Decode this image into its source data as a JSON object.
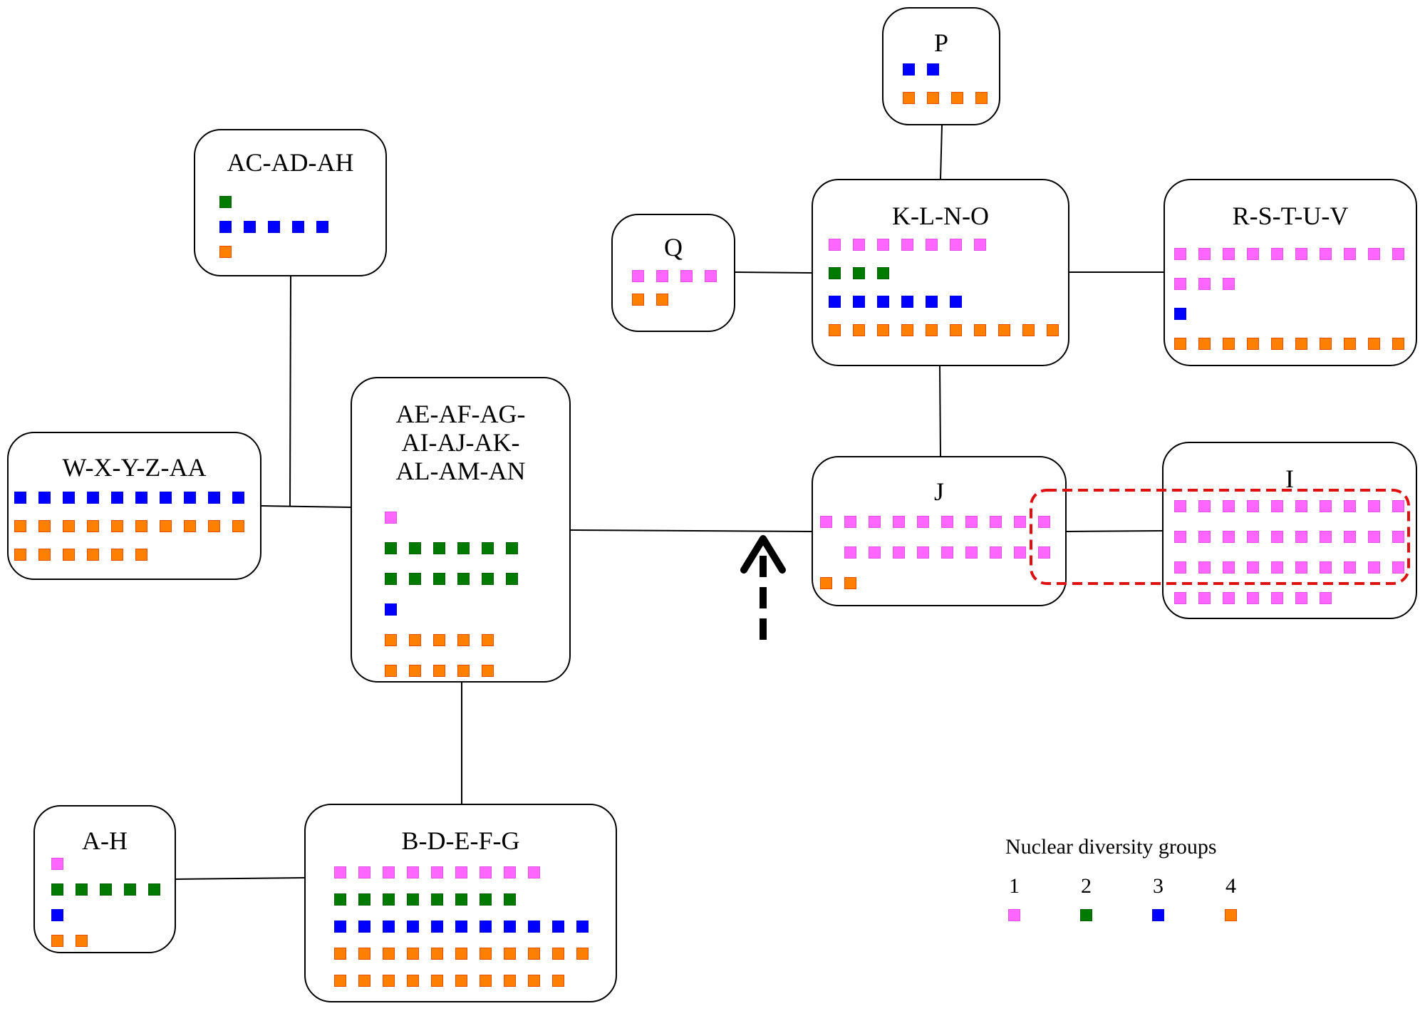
{
  "colors": {
    "1": {
      "fill": "#ff66ff",
      "stroke": "#e055e0"
    },
    "2": {
      "fill": "#007a00",
      "stroke": "#006000"
    },
    "3": {
      "fill": "#0000ff",
      "stroke": "#0000dd"
    },
    "4": {
      "fill": "#ff8000",
      "stroke": "#e05000"
    }
  },
  "nodes": [
    {
      "id": "P",
      "label": "P",
      "rows": [
        {
          "group": 3,
          "count": 2
        },
        {
          "group": 4,
          "count": 4
        }
      ]
    },
    {
      "id": "AC-AD-AH",
      "label": "AC-AD-AH",
      "rows": [
        {
          "group": 2,
          "count": 1
        },
        {
          "group": 3,
          "count": 5
        },
        {
          "group": 4,
          "count": 1
        }
      ]
    },
    {
      "id": "Q",
      "label": "Q",
      "rows": [
        {
          "group": 1,
          "count": 4
        },
        {
          "group": 4,
          "count": 2
        }
      ]
    },
    {
      "id": "K-L-N-O",
      "label": "K-L-N-O",
      "rows": [
        {
          "group": 1,
          "count": 7
        },
        {
          "group": 2,
          "count": 3
        },
        {
          "group": 3,
          "count": 6
        },
        {
          "group": 4,
          "count": 10
        }
      ]
    },
    {
      "id": "R-S-T-U-V",
      "label": "R-S-T-U-V",
      "rows": [
        {
          "group": 1,
          "count": 10
        },
        {
          "group": 1,
          "count": 3
        },
        {
          "group": 3,
          "count": 1
        },
        {
          "group": 4,
          "count": 10
        }
      ]
    },
    {
      "id": "W-X-Y-Z-AA",
      "label": "W-X-Y-Z-AA",
      "rows": [
        {
          "group": 3,
          "count": 10
        },
        {
          "group": 4,
          "count": 10
        },
        {
          "group": 4,
          "count": 6
        }
      ]
    },
    {
      "id": "AE-AN",
      "label": "AE-AF-AG-\nAI-AJ-AK-\nAL-AM-AN",
      "rows": [
        {
          "group": 1,
          "count": 1
        },
        {
          "group": 2,
          "count": 6
        },
        {
          "group": 2,
          "count": 6
        },
        {
          "group": 3,
          "count": 1
        },
        {
          "group": 4,
          "count": 5
        },
        {
          "group": 4,
          "count": 5
        }
      ]
    },
    {
      "id": "J",
      "label": "J",
      "rows": [
        {
          "group": 1,
          "count": 10
        },
        {
          "group": 1,
          "count": 9,
          "offset": 1
        },
        {
          "group": 4,
          "count": 2
        }
      ]
    },
    {
      "id": "I",
      "label": "I",
      "rows": [
        {
          "group": 1,
          "count": 10
        },
        {
          "group": 1,
          "count": 10
        },
        {
          "group": 1,
          "count": 10
        },
        {
          "group": 1,
          "count": 7
        }
      ]
    },
    {
      "id": "A-H",
      "label": "A-H",
      "rows": [
        {
          "group": 1,
          "count": 1
        },
        {
          "group": 2,
          "count": 5
        },
        {
          "group": 3,
          "count": 1
        },
        {
          "group": 4,
          "count": 2
        }
      ]
    },
    {
      "id": "B-D-E-F-G",
      "label": "B-D-E-F-G",
      "rows": [
        {
          "group": 1,
          "count": 9
        },
        {
          "group": 2,
          "count": 8
        },
        {
          "group": 3,
          "count": 11
        },
        {
          "group": 4,
          "count": 11
        },
        {
          "group": 4,
          "count": 10
        }
      ]
    }
  ],
  "edges": [
    [
      "P",
      "K-L-N-O"
    ],
    [
      "Q",
      "K-L-N-O"
    ],
    [
      "K-L-N-O",
      "R-S-T-U-V"
    ],
    [
      "K-L-N-O",
      "J"
    ],
    [
      "J",
      "I"
    ],
    [
      "AE-AN",
      "J"
    ],
    [
      "AC-AD-AH",
      "W-X-Y-Z-AA|AE-AN"
    ],
    [
      "W-X-Y-Z-AA",
      "AE-AN"
    ],
    [
      "AE-AN",
      "B-D-E-F-G"
    ],
    [
      "A-H",
      "B-D-E-F-G"
    ]
  ],
  "highlight": {
    "description": "red dashed outline around shared group-1 haplotypes of J and I",
    "color": "#e01010"
  },
  "arrow": {
    "description": "dashed arrow pointing up at the AE-AN to J link",
    "color": "#000000"
  },
  "legend": {
    "title": "Nuclear diversity groups",
    "items": [
      {
        "label": "1",
        "group": 1
      },
      {
        "label": "2",
        "group": 2
      },
      {
        "label": "3",
        "group": 3
      },
      {
        "label": "4",
        "group": 4
      }
    ]
  }
}
